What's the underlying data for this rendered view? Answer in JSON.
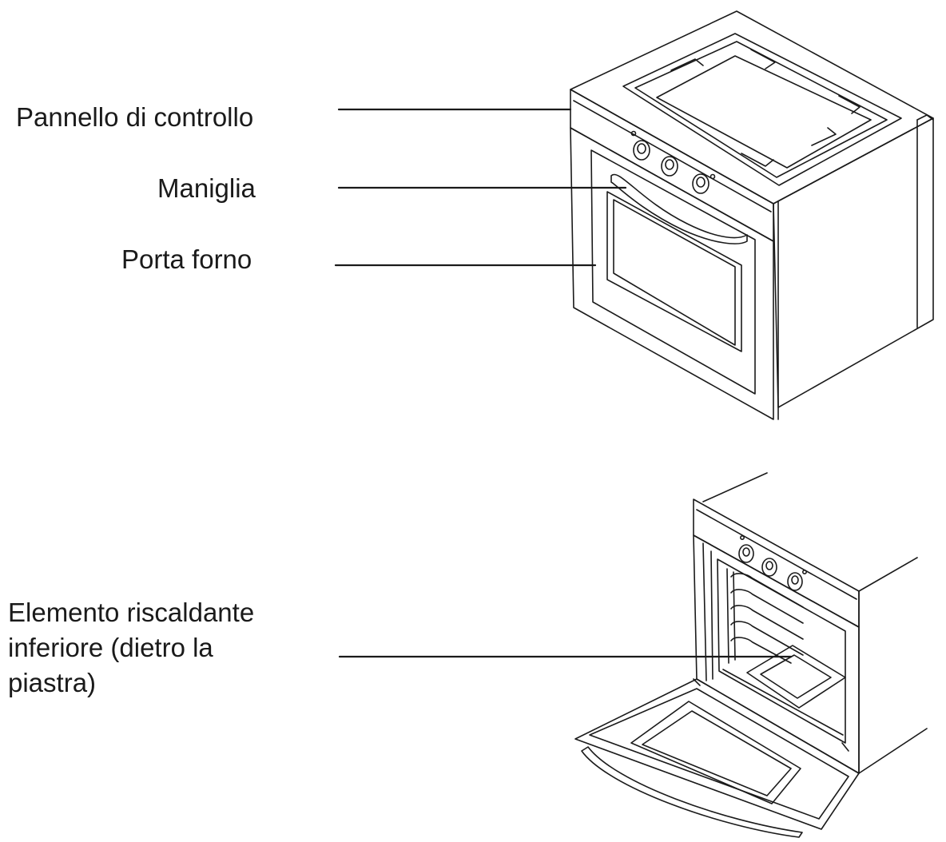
{
  "labels": {
    "control_panel": "Pannello di controllo",
    "handle": "Maniglia",
    "oven_door": "Porta forno",
    "heating_element": {
      "line1": "Elemento riscaldante",
      "line2": "inferiore (dietro la",
      "line3": "piastra)"
    }
  },
  "colors": {
    "line": "#1a1a1a",
    "background": "#ffffff"
  }
}
